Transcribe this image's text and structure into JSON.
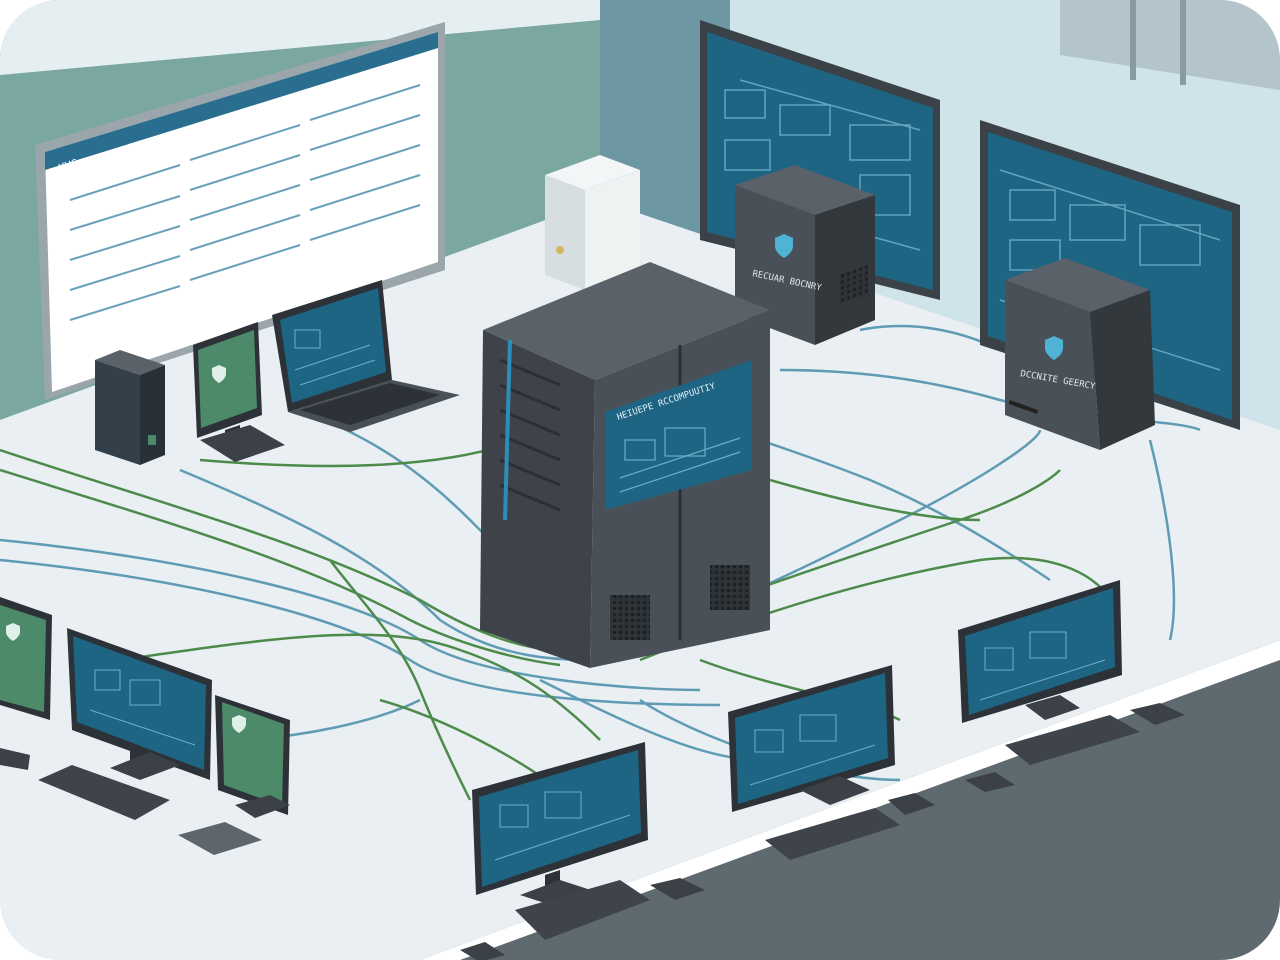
{
  "colors": {
    "wall_left": "#7aa79f",
    "wall_mid": "#6c97a3",
    "wall_right": "#cfe3ea",
    "floor": "#e9eff2",
    "floor_edge": "#ffffff",
    "baseboard": "#5e6970",
    "server": "#4a5057",
    "server_dark": "#3a3f45",
    "server_side": "#33383d",
    "screen_blue": "#1e6584",
    "screen_green": "#4c8a6a",
    "cable_green": "#4d8b4a",
    "cable_blue": "#5f9bb4",
    "accent": "#2a8fb6"
  },
  "labels": {
    "main_server_panel": "HEIUEPE RCCOMPUUTIY",
    "tower_right_back": "RECUAR BOCNRY",
    "tower_right_front": "DCCNITE GEERCY",
    "wall_screen_left": "KVS"
  },
  "icons": {
    "shield": "shield-icon"
  }
}
